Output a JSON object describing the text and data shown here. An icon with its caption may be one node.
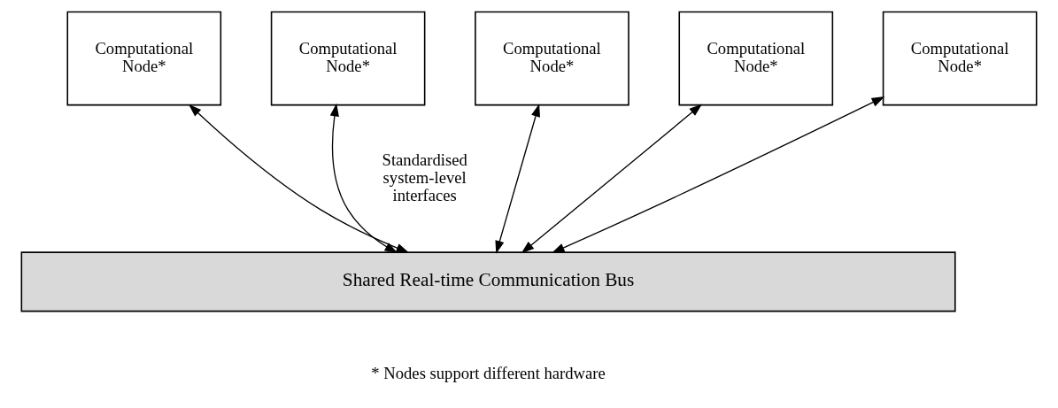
{
  "diagram": {
    "nodes": [
      {
        "text": [
          "Computational Node*"
        ]
      },
      {
        "text": [
          "Computational Node*"
        ]
      },
      {
        "text": [
          "Computational Node*"
        ]
      },
      {
        "text": [
          "Computational Node*"
        ]
      },
      {
        "text": [
          "Computational Node*"
        ]
      },
      {
        "text": [
          "Shared Real-time Communication Bus"
        ]
      }
    ],
    "edges": [
      {
        "from": 0,
        "to": 5,
        "arrow": "both"
      },
      {
        "from": 1,
        "to": 5,
        "arrow": "both"
      },
      {
        "from": 2,
        "to": 5,
        "arrow": "both"
      },
      {
        "from": 3,
        "to": 5,
        "arrow": "both"
      },
      {
        "from": 4,
        "to": 5,
        "arrow": "both"
      }
    ],
    "labels": [
      "Standardised system-level interfaces",
      "* Nodes support different hardware"
    ]
  }
}
